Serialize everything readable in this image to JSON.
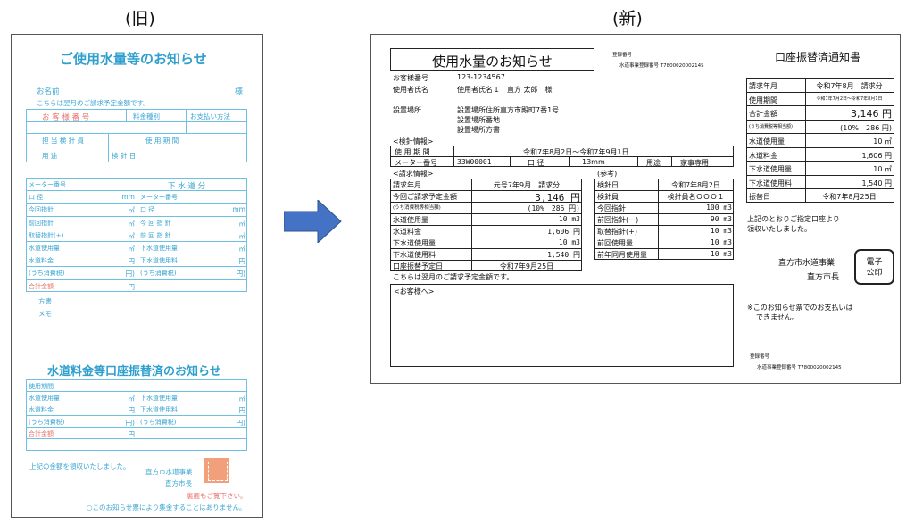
{
  "labels": {
    "old": "(旧)",
    "new": "(新)"
  },
  "old": {
    "title": "ご使用水量等のお知らせ",
    "name_label": "お名前",
    "honorific": "様",
    "note": "こちらは翌月のご請求予定金額です。",
    "row1": [
      "お 客 様 番 号",
      "料金種別",
      "お支払い方法"
    ],
    "row2": [
      "担 当 検 針 員",
      "使 用 期 間"
    ],
    "row3": [
      "用 途",
      "検 針 日"
    ],
    "left_rows": [
      "メーター番号",
      "口 径",
      "今回指針",
      "前回指針",
      "取替指針(+)",
      "水道使用量",
      "水道料金",
      "(うち消費税)",
      "合計金額"
    ],
    "left_units": [
      "",
      "mm",
      "㎥",
      "㎥",
      "㎥",
      "㎥",
      "円",
      "円)",
      "円"
    ],
    "sewer_head": "下 水 道 分",
    "right_rows": [
      "メーター番号",
      "口 径",
      "今 回 指 針",
      "前 回 指 針",
      "下水道使用量",
      "下水道使用料",
      "(うち消費税)"
    ],
    "right_units": [
      "",
      "mm",
      "㎥",
      "㎥",
      "㎥",
      "円",
      "円)"
    ],
    "hoshiki": "方書",
    "memo": "メモ",
    "sub_title": "水道料金等口座振替済のお知らせ",
    "sub_rows_left": [
      "使用期間",
      "水道使用量",
      "水道料金",
      "(うち消費税)",
      "合計金額"
    ],
    "sub_units_left": [
      "",
      "㎥",
      "円",
      "円)",
      "円"
    ],
    "sub_rows_right": [
      "下水道使用量",
      "下水道使用料",
      "(うち消費税)"
    ],
    "sub_units_right": [
      "㎥",
      "円",
      "円)"
    ],
    "received": "上記の金額を領収いたしました。",
    "issuer1": "直方市水道事業",
    "issuer2": "直方市長",
    "check": "裏面もご覧下さい。",
    "no_pay": "○このお知らせ票により集金することはありません。"
  },
  "arrow_color": "#4472c4",
  "new": {
    "title": "使用水量のお知らせ",
    "reg_label": "登録番号",
    "reg_text": "水道事業登録番号 T7800020002145",
    "cust_no_label": "お客様番号",
    "cust_no": "123-1234567",
    "user_label": "使用者氏名",
    "user": "使用者氏名１　直方 太郎　様",
    "place_label": "設置場所",
    "place": [
      "設置場所住所直方市殿町7番1号",
      "設置場所番地",
      "設置場所方書"
    ],
    "meter_info_head": "<検針情報>",
    "period_label": "使 用 期 間",
    "period": "令和7年8月2日～令和7年9月1日",
    "meter_no_label": "メーター番号",
    "meter_no": "33W00001",
    "bore_label": "口 径",
    "bore": "13mm",
    "use_label": "用途",
    "use": "家事専用",
    "bill_head": "<請求情報>",
    "ref_head": "(参考)",
    "bill_rows": [
      {
        "label": "請求年月",
        "value": "元号7年9月　請求分"
      },
      {
        "label": "今回ご請求予定金額",
        "value": "3,146 円"
      },
      {
        "label": "(うち消費税等相当額)",
        "value": "(10%　286 円)"
      },
      {
        "label": "水道使用量",
        "value": "10 m3"
      },
      {
        "label": "水道料金",
        "value": "1,606 円"
      },
      {
        "label": "下水道使用量",
        "value": "10 m3"
      },
      {
        "label": "下水道使用料",
        "value": "1,540 円"
      },
      {
        "label": "口座振替予定日",
        "value": "令和7年9月25日"
      }
    ],
    "ref_rows": [
      {
        "label": "検針日",
        "value": "令和7年8月2日"
      },
      {
        "label": "検針員",
        "value": "検針員名ＯＯＯ１"
      },
      {
        "label": "今回指針",
        "value": "100 m3"
      },
      {
        "label": "前回指針(－)",
        "value": "90 m3"
      },
      {
        "label": "取替指針(+)",
        "value": "10 m3"
      },
      {
        "label": "前回使用量",
        "value": "10 m3"
      },
      {
        "label": "前年同月使用量",
        "value": "10 m3"
      }
    ],
    "next_month_note": "こちらは翌月のご請求予定金額です。",
    "to_customer": "<お客様へ>",
    "right_title": "口座振替済通知書",
    "right_rows": [
      {
        "label": "請求年月",
        "value": "令和7年8月　請求分"
      },
      {
        "label": "使用期間",
        "value": "令和7年7月2日～令和7年8月1日"
      },
      {
        "label": "合計金額",
        "value": "3,146 円"
      },
      {
        "label": "(うち消費税等相当額)",
        "value": "(10%　286 円)"
      },
      {
        "label": "水道使用量",
        "value": "10 ㎥"
      },
      {
        "label": "水道料金",
        "value": "1,606 円"
      },
      {
        "label": "下水道使用量",
        "value": "10 ㎥"
      },
      {
        "label": "下水道使用料",
        "value": "1,540 円"
      },
      {
        "label": "振替日",
        "value": "令和7年8月25日"
      }
    ],
    "received": [
      "上記のとおりご指定口座より",
      "領収いたしました。"
    ],
    "issuer1": "直方市水道事業",
    "issuer2": "直方市長",
    "seal": [
      "電子",
      "公印"
    ],
    "no_pay": [
      "※このお知らせ票でのお支払いは",
      "できません。"
    ],
    "reg_label2": "登録番号",
    "reg_text2": "水道事業登録番号 T7800020002145"
  }
}
